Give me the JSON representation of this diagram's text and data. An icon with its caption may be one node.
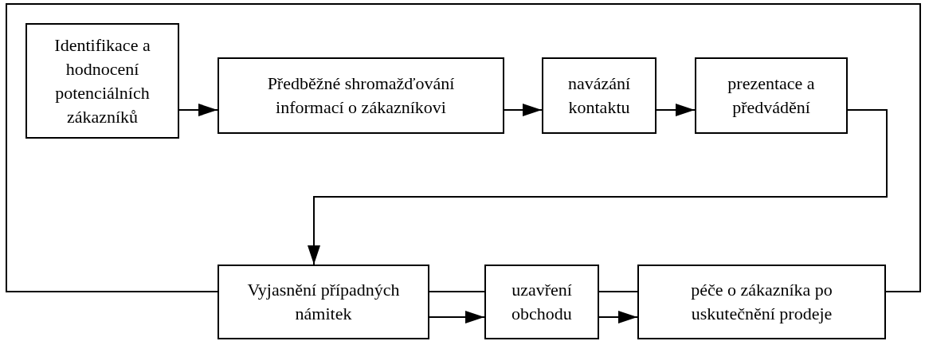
{
  "diagram": {
    "nodes": [
      {
        "text": [
          "Identifikace a hodnocení potenciálních zákazníků"
        ]
      },
      {
        "text": [
          "Předběžné shromažďování informací o zákazníkovi"
        ]
      },
      {
        "text": [
          "navázání kontaktu"
        ]
      },
      {
        "text": [
          "prezentace a předvádění"
        ]
      },
      {
        "text": [
          "Vyjasnění případných námitek"
        ]
      },
      {
        "text": [
          "uzavření obchodu"
        ]
      },
      {
        "text": [
          "péče o zákazníka po uskutečnění prodeje"
        ]
      }
    ],
    "edges": [
      {
        "from": 0,
        "to": 1,
        "arrow": "to"
      },
      {
        "from": 1,
        "to": 2,
        "arrow": "to"
      },
      {
        "from": 2,
        "to": 3,
        "arrow": "to"
      },
      {
        "from": 3,
        "to": 4,
        "arrow": "to"
      },
      {
        "from": 4,
        "to": 5,
        "arrow": "none"
      },
      {
        "from": 4,
        "to": 5,
        "arrow": "to"
      },
      {
        "from": 5,
        "to": 6,
        "arrow": "none"
      },
      {
        "from": 5,
        "to": 6,
        "arrow": "to"
      },
      {
        "from": 6,
        "to": 4,
        "arrow": "none"
      }
    ]
  }
}
